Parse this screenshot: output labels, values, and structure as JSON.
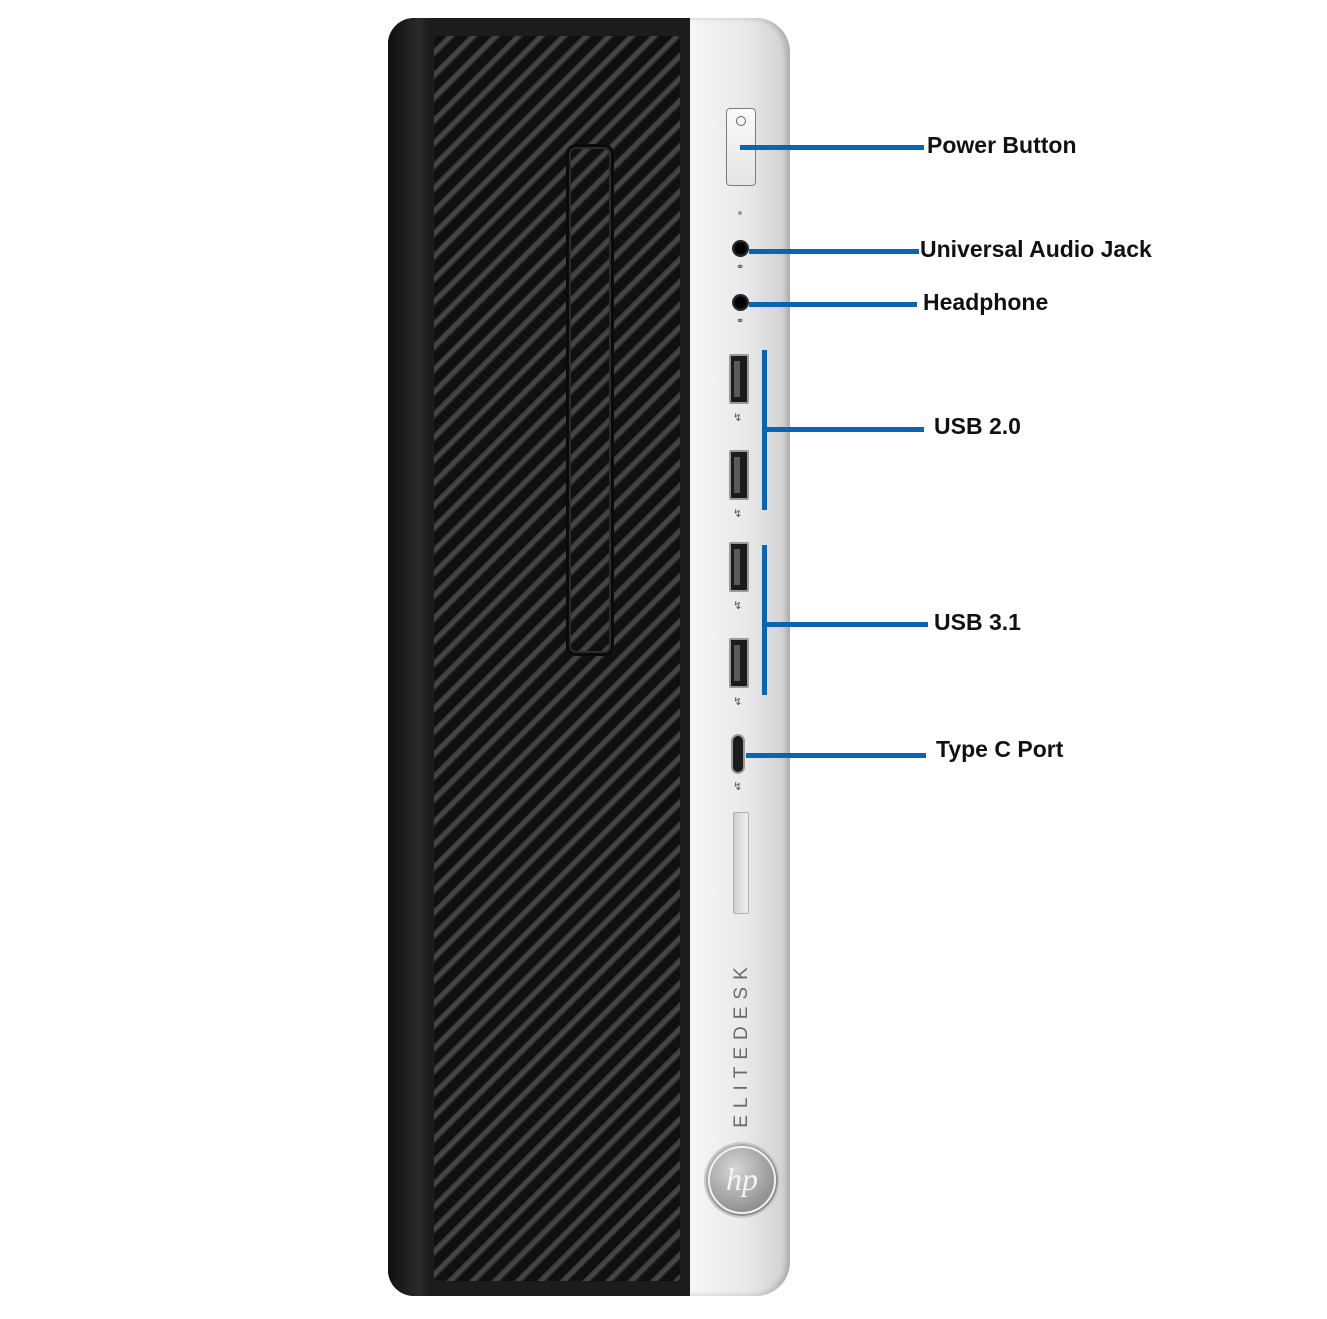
{
  "product": {
    "brand_series": "ELITEDESK",
    "logo_text": "hp"
  },
  "callouts": {
    "power_button": "Power Button",
    "universal_audio_jack": "Universal Audio Jack",
    "headphone": "Headphone",
    "usb_2_0": "USB 2.0",
    "usb_3_1": "USB 3.1",
    "type_c_port": "Type C Port"
  },
  "colors": {
    "callout_line": "#0b64b2",
    "chassis_dark": "#1c1c1c",
    "panel_silver": "#e9e9e9",
    "label_text": "#111111"
  }
}
